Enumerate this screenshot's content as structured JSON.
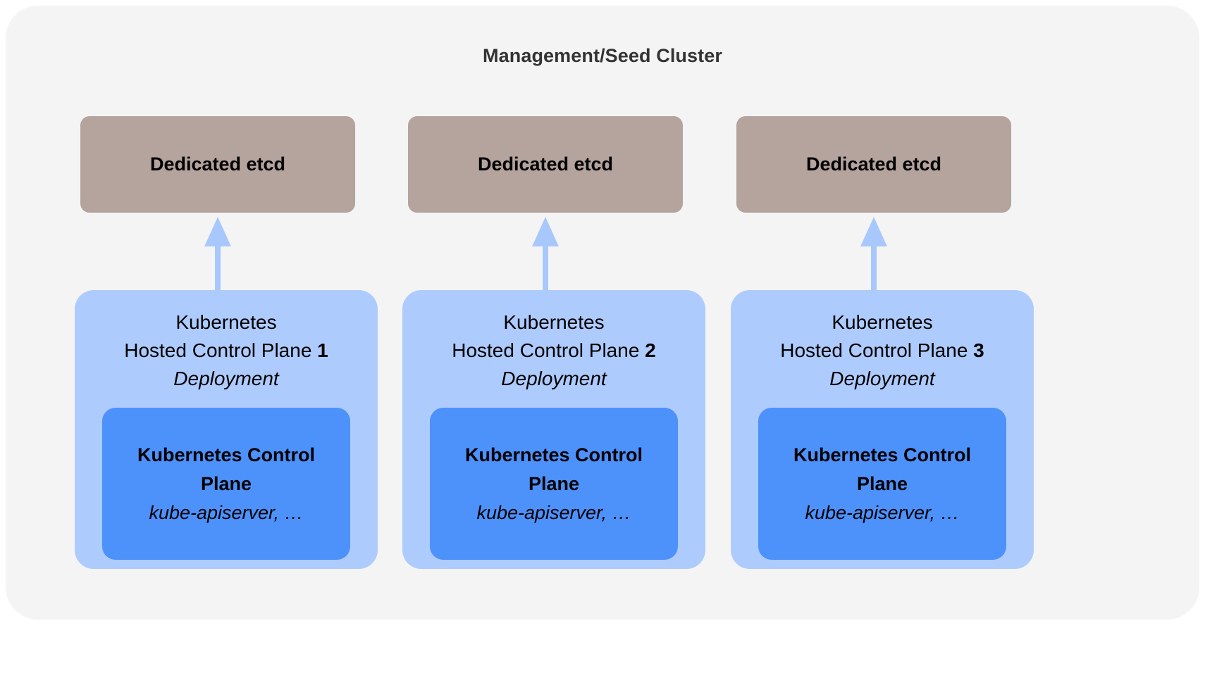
{
  "diagram": {
    "title": "Management/Seed Cluster",
    "frame_color": "#f4f4f4",
    "title_color": "#333333",
    "columns": [
      {
        "etcd_label": "Dedicated etcd",
        "etcd_color": "#b5a39e",
        "arrow_color": "#a8c8fd",
        "arrow_direction": "up",
        "hcp_card_color": "#aecbfd",
        "hcp_title_line1": "Kubernetes",
        "hcp_title_line2": "Hosted Control Plane ",
        "hcp_index": "1",
        "hcp_subtitle": "Deployment",
        "cp_box_color": "#4d91fb",
        "cp_title": "Kubernetes Control Plane",
        "cp_subtitle": "kube-apiserver, …"
      },
      {
        "etcd_label": "Dedicated etcd",
        "etcd_color": "#b5a39e",
        "arrow_color": "#a8c8fd",
        "arrow_direction": "up",
        "hcp_card_color": "#aecbfd",
        "hcp_title_line1": "Kubernetes",
        "hcp_title_line2": "Hosted Control Plane ",
        "hcp_index": "2",
        "hcp_subtitle": "Deployment",
        "cp_box_color": "#4d91fb",
        "cp_title": "Kubernetes Control Plane",
        "cp_subtitle": "kube-apiserver, …"
      },
      {
        "etcd_label": "Dedicated etcd",
        "etcd_color": "#b5a39e",
        "arrow_color": "#a8c8fd",
        "arrow_direction": "up",
        "hcp_card_color": "#aecbfd",
        "hcp_title_line1": "Kubernetes",
        "hcp_title_line2": "Hosted Control Plane ",
        "hcp_index": "3",
        "hcp_subtitle": "Deployment",
        "cp_box_color": "#4d91fb",
        "cp_title": "Kubernetes Control Plane",
        "cp_subtitle": "kube-apiserver, …"
      }
    ]
  }
}
